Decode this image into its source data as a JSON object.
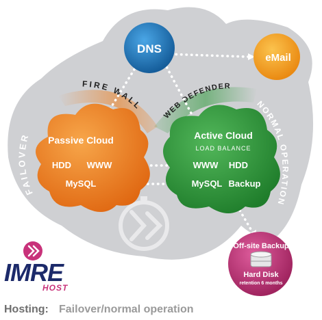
{
  "colors": {
    "bg_blob": "#cfd0d3",
    "orange": "#f07d1a",
    "green": "#2f9a3c",
    "blue": "#1f7dc4",
    "email_orange": "#f4a11c",
    "magenta": "#c0347a",
    "navy": "#1c2a6a",
    "pink": "#c8327a",
    "grey_text": "#8a8a8a"
  },
  "nodes": {
    "dns": {
      "label": "DNS"
    },
    "email": {
      "label": "eMail"
    },
    "passive": {
      "title": "Passive Cloud",
      "hdd": "HDD",
      "www": "WWW",
      "mysql": "MySQL"
    },
    "active": {
      "title": "Active Cloud",
      "subtitle": "LOAD BALANCE",
      "www": "WWW",
      "hdd": "HDD",
      "mysql": "MySQL",
      "backup": "Backup"
    },
    "offsite": {
      "title": "Off-site Backup",
      "disk": "Hard Disk",
      "retention": "retention 6 months"
    }
  },
  "arc_labels": {
    "firewall": "FIRE WALL",
    "webdefender": "WEB DEFENDER",
    "failover": "FAILOVER",
    "normal": "NORMAL OPERATION"
  },
  "logo": {
    "brand": "IMRE",
    "sub": "HOST"
  },
  "caption": {
    "label": "Hosting:",
    "text": "Failover/normal operation"
  },
  "icons": [
    "stopwatch-watermark-icon",
    "logo-mark-icon",
    "hard-disk-icon"
  ]
}
